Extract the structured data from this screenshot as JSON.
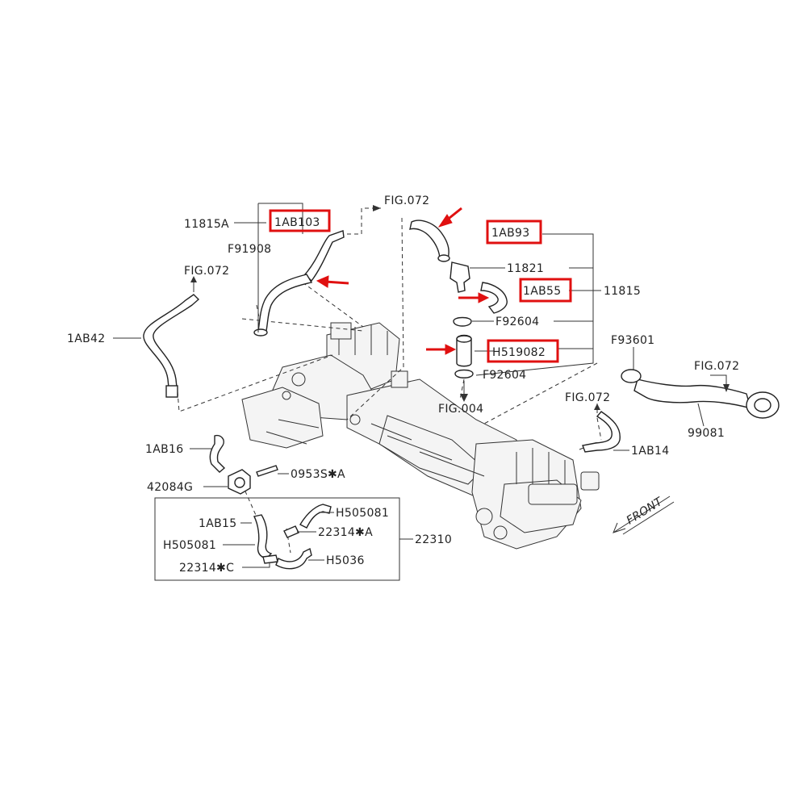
{
  "labels": {
    "p11815A": "11815A",
    "p1AB103": "1AB103",
    "pF91908": "F91908",
    "fig072_a": "FIG.072",
    "fig072_b": "FIG.072",
    "p1AB42": "1AB42",
    "p1AB93": "1AB93",
    "p11821": "11821",
    "p1AB55": "1AB55",
    "p11815": "11815",
    "pF92604_a": "F92604",
    "pH519082": "H519082",
    "pF92604_b": "F92604",
    "fig004": "FIG.004",
    "pF93601": "F93601",
    "fig072_c": "FIG.072",
    "p99081": "99081",
    "fig072_d": "FIG.072",
    "p1AB14": "1AB14",
    "p1AB16": "1AB16",
    "p0953SA": "0953S✱A",
    "p42084G": "42084G",
    "p1AB15": "1AB15",
    "pH505081_a": "H505081",
    "p22314A": "22314✱A",
    "p22310": "22310",
    "pH505081_b": "H505081",
    "pH5036": "H5036",
    "p22314C": "22314✱C",
    "front": "FRONT"
  },
  "colors": {
    "highlight": "#e01010",
    "line": "#333333"
  }
}
